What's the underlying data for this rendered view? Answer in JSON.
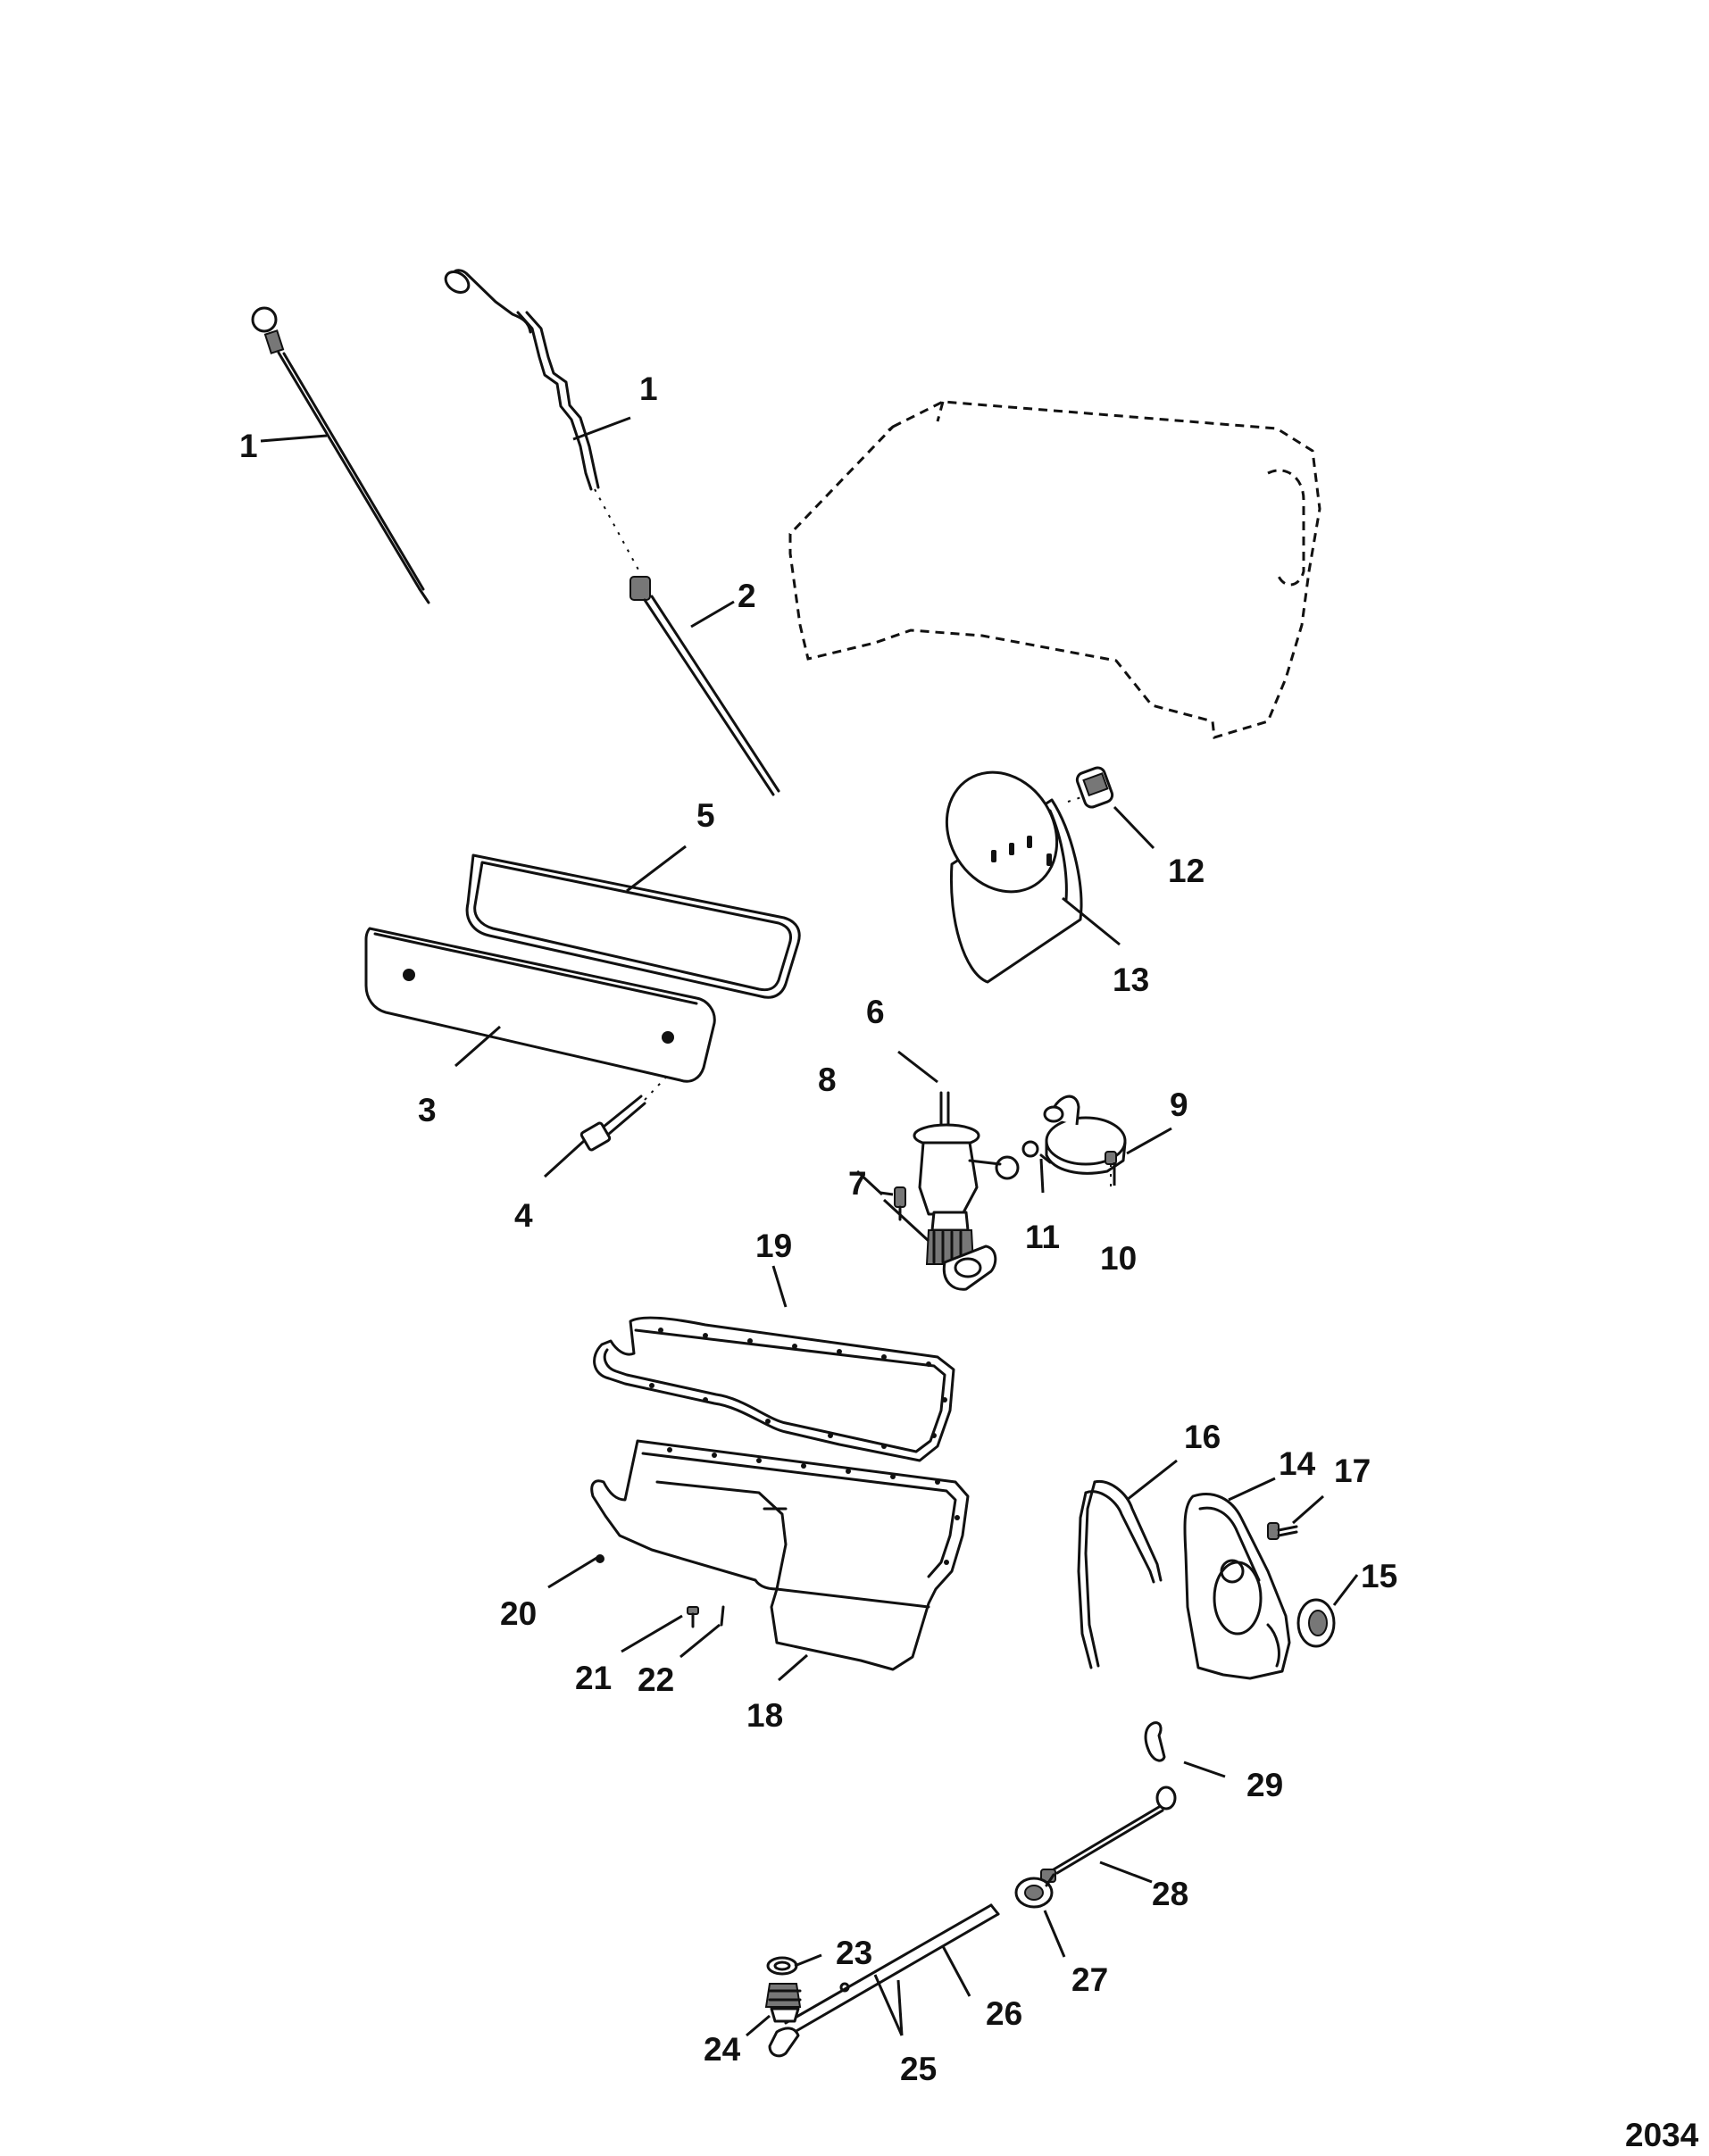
{
  "figure_number": "2034",
  "callouts": {
    "c1a": "1",
    "c1b": "1",
    "c2": "2",
    "c3": "3",
    "c4": "4",
    "c5": "5",
    "c6": "6",
    "c7": "7",
    "c8": "8",
    "c9": "9",
    "c10": "10",
    "c11": "11",
    "c12": "12",
    "c13": "13",
    "c14": "14",
    "c15": "15",
    "c16": "16",
    "c17": "17",
    "c18": "18",
    "c19": "19",
    "c20": "20",
    "c21": "21",
    "c22": "22",
    "c23": "23",
    "c24": "24",
    "c25": "25",
    "c26": "26",
    "c27": "27",
    "c28": "28",
    "c29": "29"
  }
}
